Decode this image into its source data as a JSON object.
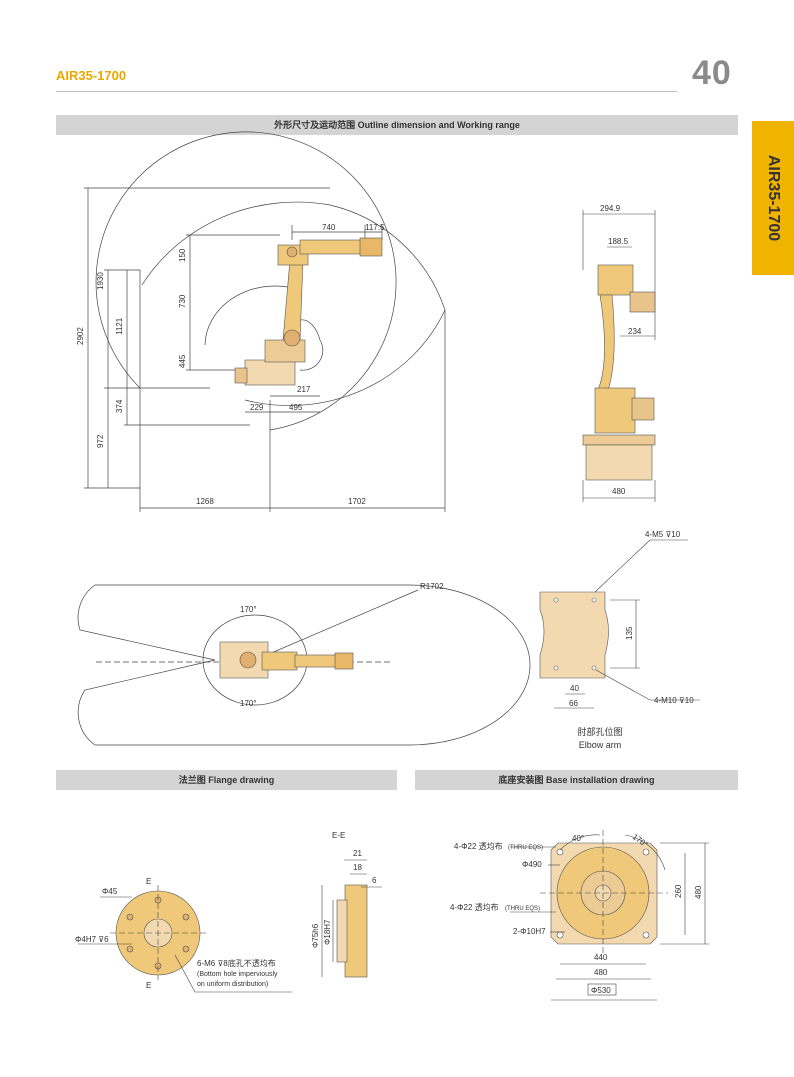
{
  "header": {
    "model": "AIR35-1700",
    "page_number": "40",
    "side_tab": "AIR35-1700"
  },
  "sections": {
    "outline": "外形尺寸及运动范围 Outline dimension and Working range",
    "flange": "法兰图 Flange drawing",
    "base": "底座安装图 Base installation drawing"
  },
  "side_view_dims": {
    "d740": "740",
    "d117_5": "117.5",
    "d150": "150",
    "d730": "730",
    "d445": "445",
    "d1930": "1930",
    "d1121": "1121",
    "d2902": "2902",
    "d374": "374",
    "d972": "972",
    "d217": "217",
    "d229": "229",
    "d495": "495",
    "d1268": "1268",
    "d1702": "1702"
  },
  "back_view_dims": {
    "d294_9": "294.9",
    "d188_5": "188.5",
    "d234": "234",
    "d480": "480"
  },
  "top_view": {
    "radius": "R1702",
    "angle_top": "170°",
    "angle_bottom": "170°"
  },
  "elbow": {
    "top_holes": "4-M5 ⊽10",
    "bottom_holes": "4-M10 ⊽10",
    "d135": "135",
    "d40": "40",
    "d66": "66",
    "caption_cn": "肘部孔位图",
    "caption_en": "Elbow arm"
  },
  "flange": {
    "section_label": "E-E",
    "e_top": "E",
    "e_bottom": "E",
    "phi45": "Φ45",
    "phi4": "Φ4H7 ⊽6",
    "holes_note_1": "6-M6 ⊽8底孔不透均布",
    "holes_note_2": "(Bottom hole imperviously",
    "holes_note_3": "on uniform distribution)",
    "d21": "21",
    "d18": "18",
    "d6": "6",
    "phi75": "Φ75h6",
    "phi18": "Φ18H7"
  },
  "base": {
    "holes_top": "4-Φ22 透均布",
    "holes_top_sub": "(THRU EQS)",
    "phi490": "Φ490",
    "holes_mid": "4-Φ22 透均布",
    "holes_mid_sub": "(THRU EQS)",
    "pins": "2-Φ10H7",
    "angle40": "40°",
    "angle170": "170°",
    "d260": "260",
    "d480v": "480",
    "d440": "440",
    "d480h": "480",
    "phi530": "Φ530"
  }
}
